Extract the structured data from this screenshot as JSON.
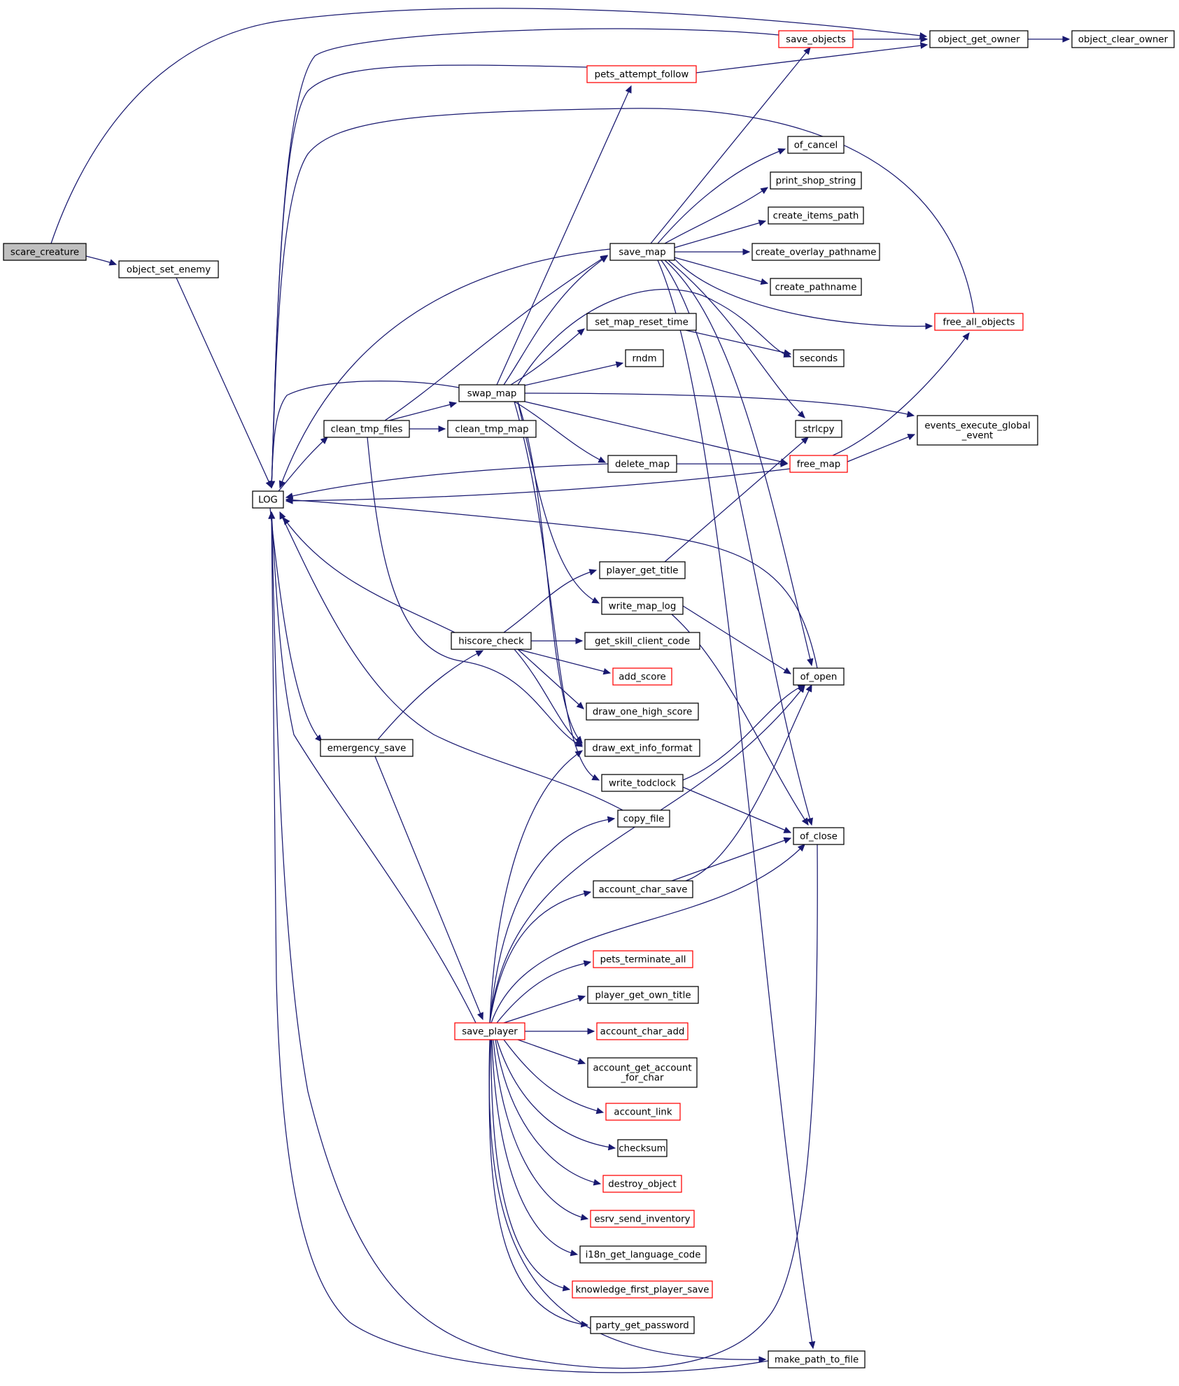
{
  "diagram": {
    "title": "",
    "colors": {
      "edge": "#191970",
      "border": "#000000",
      "link_border": "#ff0000",
      "root_fill": "#bfbfbf"
    },
    "nodes": [
      {
        "id": "scare_creature",
        "lines": [
          "scare_creature"
        ],
        "style": "root"
      },
      {
        "id": "object_set_enemy",
        "lines": [
          "object_set_enemy"
        ]
      },
      {
        "id": "LOG",
        "lines": [
          "LOG"
        ]
      },
      {
        "id": "clean_tmp_files",
        "lines": [
          "clean_tmp_files"
        ]
      },
      {
        "id": "emergency_save",
        "lines": [
          "emergency_save"
        ]
      },
      {
        "id": "swap_map",
        "lines": [
          "swap_map"
        ]
      },
      {
        "id": "clean_tmp_map",
        "lines": [
          "clean_tmp_map"
        ]
      },
      {
        "id": "hiscore_check",
        "lines": [
          "hiscore_check"
        ]
      },
      {
        "id": "save_player",
        "lines": [
          "save_player"
        ],
        "style": "red"
      },
      {
        "id": "save_objects",
        "lines": [
          "save_objects"
        ],
        "style": "red"
      },
      {
        "id": "pets_attempt_follow",
        "lines": [
          "pets_attempt_follow"
        ],
        "style": "red"
      },
      {
        "id": "save_map",
        "lines": [
          "save_map"
        ]
      },
      {
        "id": "set_map_reset_time",
        "lines": [
          "set_map_reset_time"
        ]
      },
      {
        "id": "rndm",
        "lines": [
          "rndm"
        ]
      },
      {
        "id": "delete_map",
        "lines": [
          "delete_map"
        ]
      },
      {
        "id": "player_get_title",
        "lines": [
          "player_get_title"
        ]
      },
      {
        "id": "write_map_log",
        "lines": [
          "write_map_log"
        ]
      },
      {
        "id": "get_skill_client_code",
        "lines": [
          "get_skill_client_code"
        ]
      },
      {
        "id": "add_score",
        "lines": [
          "add_score"
        ],
        "style": "red"
      },
      {
        "id": "draw_one_high_score",
        "lines": [
          "draw_one_high_score"
        ]
      },
      {
        "id": "draw_ext_info_format",
        "lines": [
          "draw_ext_info_format"
        ]
      },
      {
        "id": "write_todclock",
        "lines": [
          "write_todclock"
        ]
      },
      {
        "id": "copy_file",
        "lines": [
          "copy_file"
        ]
      },
      {
        "id": "account_char_save",
        "lines": [
          "account_char_save"
        ]
      },
      {
        "id": "pets_terminate_all",
        "lines": [
          "pets_terminate_all"
        ],
        "style": "red"
      },
      {
        "id": "player_get_own_title",
        "lines": [
          "player_get_own_title"
        ]
      },
      {
        "id": "account_char_add",
        "lines": [
          "account_char_add"
        ],
        "style": "red"
      },
      {
        "id": "account_get_account_for_char",
        "lines": [
          "account_get_account",
          "_for_char"
        ]
      },
      {
        "id": "account_link",
        "lines": [
          "account_link"
        ],
        "style": "red"
      },
      {
        "id": "checksum",
        "lines": [
          "checksum"
        ]
      },
      {
        "id": "destroy_object",
        "lines": [
          "destroy_object"
        ],
        "style": "red"
      },
      {
        "id": "esrv_send_inventory",
        "lines": [
          "esrv_send_inventory"
        ],
        "style": "red"
      },
      {
        "id": "i18n_get_language_code",
        "lines": [
          "i18n_get_language_code"
        ]
      },
      {
        "id": "knowledge_first_player_save",
        "lines": [
          "knowledge_first_player_save"
        ],
        "style": "red"
      },
      {
        "id": "party_get_password",
        "lines": [
          "party_get_password"
        ]
      },
      {
        "id": "of_cancel",
        "lines": [
          "of_cancel"
        ]
      },
      {
        "id": "print_shop_string",
        "lines": [
          "print_shop_string"
        ]
      },
      {
        "id": "create_items_path",
        "lines": [
          "create_items_path"
        ]
      },
      {
        "id": "create_overlay_pathname",
        "lines": [
          "create_overlay_pathname"
        ]
      },
      {
        "id": "create_pathname",
        "lines": [
          "create_pathname"
        ]
      },
      {
        "id": "free_all_objects",
        "lines": [
          "free_all_objects"
        ],
        "style": "red"
      },
      {
        "id": "seconds",
        "lines": [
          "seconds"
        ]
      },
      {
        "id": "strlcpy",
        "lines": [
          "strlcpy"
        ]
      },
      {
        "id": "free_map",
        "lines": [
          "free_map"
        ],
        "style": "red"
      },
      {
        "id": "of_open",
        "lines": [
          "of_open"
        ]
      },
      {
        "id": "of_close",
        "lines": [
          "of_close"
        ]
      },
      {
        "id": "make_path_to_file",
        "lines": [
          "make_path_to_file"
        ]
      },
      {
        "id": "object_get_owner",
        "lines": [
          "object_get_owner"
        ]
      },
      {
        "id": "object_clear_owner",
        "lines": [
          "object_clear_owner"
        ]
      },
      {
        "id": "events_execute_global_event",
        "lines": [
          "events_execute_global",
          "_event"
        ]
      }
    ],
    "edges": [
      [
        "scare_creature",
        "object_set_enemy"
      ],
      [
        "scare_creature",
        "object_get_owner"
      ],
      [
        "object_set_enemy",
        "LOG"
      ],
      [
        "LOG",
        "clean_tmp_files"
      ],
      [
        "LOG",
        "emergency_save"
      ],
      [
        "clean_tmp_files",
        "swap_map"
      ],
      [
        "clean_tmp_files",
        "clean_tmp_map"
      ],
      [
        "clean_tmp_files",
        "draw_ext_info_format"
      ],
      [
        "clean_tmp_files",
        "save_map"
      ],
      [
        "emergency_save",
        "hiscore_check"
      ],
      [
        "emergency_save",
        "save_player"
      ],
      [
        "swap_map",
        "LOG"
      ],
      [
        "swap_map",
        "pets_attempt_follow"
      ],
      [
        "swap_map",
        "save_map"
      ],
      [
        "swap_map",
        "set_map_reset_time"
      ],
      [
        "swap_map",
        "rndm"
      ],
      [
        "swap_map",
        "delete_map"
      ],
      [
        "swap_map",
        "write_map_log"
      ],
      [
        "swap_map",
        "draw_ext_info_format"
      ],
      [
        "swap_map",
        "free_map"
      ],
      [
        "swap_map",
        "events_execute_global_event"
      ],
      [
        "swap_map",
        "seconds"
      ],
      [
        "swap_map",
        "write_todclock"
      ],
      [
        "hiscore_check",
        "LOG"
      ],
      [
        "hiscore_check",
        "player_get_title"
      ],
      [
        "hiscore_check",
        "get_skill_client_code"
      ],
      [
        "hiscore_check",
        "add_score"
      ],
      [
        "hiscore_check",
        "draw_one_high_score"
      ],
      [
        "hiscore_check",
        "draw_ext_info_format"
      ],
      [
        "save_player",
        "LOG"
      ],
      [
        "save_player",
        "draw_ext_info_format"
      ],
      [
        "save_player",
        "copy_file"
      ],
      [
        "save_player",
        "of_open"
      ],
      [
        "save_player",
        "account_char_save"
      ],
      [
        "save_player",
        "of_close"
      ],
      [
        "save_player",
        "pets_terminate_all"
      ],
      [
        "save_player",
        "player_get_own_title"
      ],
      [
        "save_player",
        "account_char_add"
      ],
      [
        "save_player",
        "account_get_account_for_char"
      ],
      [
        "save_player",
        "account_link"
      ],
      [
        "save_player",
        "checksum"
      ],
      [
        "save_player",
        "destroy_object"
      ],
      [
        "save_player",
        "esrv_send_inventory"
      ],
      [
        "save_player",
        "i18n_get_language_code"
      ],
      [
        "save_player",
        "knowledge_first_player_save"
      ],
      [
        "save_player",
        "party_get_password"
      ],
      [
        "save_player",
        "make_path_to_file"
      ],
      [
        "save_objects",
        "LOG"
      ],
      [
        "save_objects",
        "object_get_owner"
      ],
      [
        "pets_attempt_follow",
        "LOG"
      ],
      [
        "pets_attempt_follow",
        "object_get_owner"
      ],
      [
        "save_map",
        "LOG"
      ],
      [
        "save_map",
        "save_objects"
      ],
      [
        "save_map",
        "of_cancel"
      ],
      [
        "save_map",
        "print_shop_string"
      ],
      [
        "save_map",
        "create_items_path"
      ],
      [
        "save_map",
        "create_overlay_pathname"
      ],
      [
        "save_map",
        "create_pathname"
      ],
      [
        "save_map",
        "free_all_objects"
      ],
      [
        "save_map",
        "strlcpy"
      ],
      [
        "save_map",
        "of_open"
      ],
      [
        "save_map",
        "of_close"
      ],
      [
        "save_map",
        "make_path_to_file"
      ],
      [
        "set_map_reset_time",
        "seconds"
      ],
      [
        "delete_map",
        "LOG"
      ],
      [
        "delete_map",
        "free_map"
      ],
      [
        "player_get_title",
        "strlcpy"
      ],
      [
        "write_map_log",
        "of_open"
      ],
      [
        "write_map_log",
        "of_close"
      ],
      [
        "write_todclock",
        "of_open"
      ],
      [
        "write_todclock",
        "of_close"
      ],
      [
        "copy_file",
        "LOG"
      ],
      [
        "account_char_save",
        "of_open"
      ],
      [
        "account_char_save",
        "of_close"
      ],
      [
        "free_all_objects",
        "LOG"
      ],
      [
        "free_map",
        "LOG"
      ],
      [
        "free_map",
        "free_all_objects"
      ],
      [
        "free_map",
        "events_execute_global_event"
      ],
      [
        "of_open",
        "LOG"
      ],
      [
        "of_close",
        "LOG"
      ],
      [
        "make_path_to_file",
        "LOG"
      ],
      [
        "object_get_owner",
        "object_clear_owner"
      ]
    ]
  }
}
